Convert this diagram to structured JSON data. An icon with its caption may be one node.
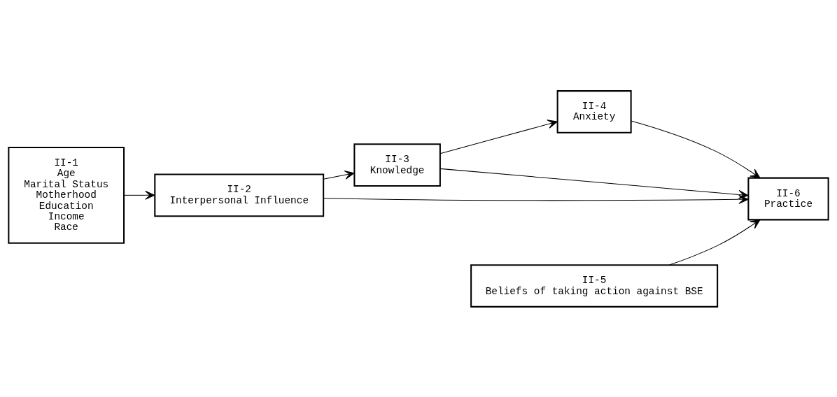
{
  "diagram": {
    "nodes": [
      {
        "text": [
          "II-1",
          "Age",
          "Marital Status",
          "Motherhood",
          "Education",
          "Income",
          "Race"
        ]
      },
      {
        "text": [
          "II-2",
          "Interpersonal Influence"
        ]
      },
      {
        "text": [
          "II-3",
          "Knowledge"
        ]
      },
      {
        "text": [
          "II-4",
          "Anxiety"
        ]
      },
      {
        "text": [
          "II-5",
          "Beliefs of taking action against BSE"
        ]
      },
      {
        "text": [
          "II-6",
          "Practice"
        ]
      }
    ],
    "edges": [
      {
        "from": 0,
        "to": 1,
        "arrow": "to"
      },
      {
        "from": 1,
        "to": 2,
        "arrow": "to"
      },
      {
        "from": 2,
        "to": 3,
        "arrow": "to"
      },
      {
        "from": 1,
        "to": 5,
        "arrow": "to"
      },
      {
        "from": 2,
        "to": 5,
        "arrow": "to"
      },
      {
        "from": 3,
        "to": 5,
        "arrow": "to"
      },
      {
        "from": 4,
        "to": 5,
        "arrow": "to"
      }
    ]
  }
}
